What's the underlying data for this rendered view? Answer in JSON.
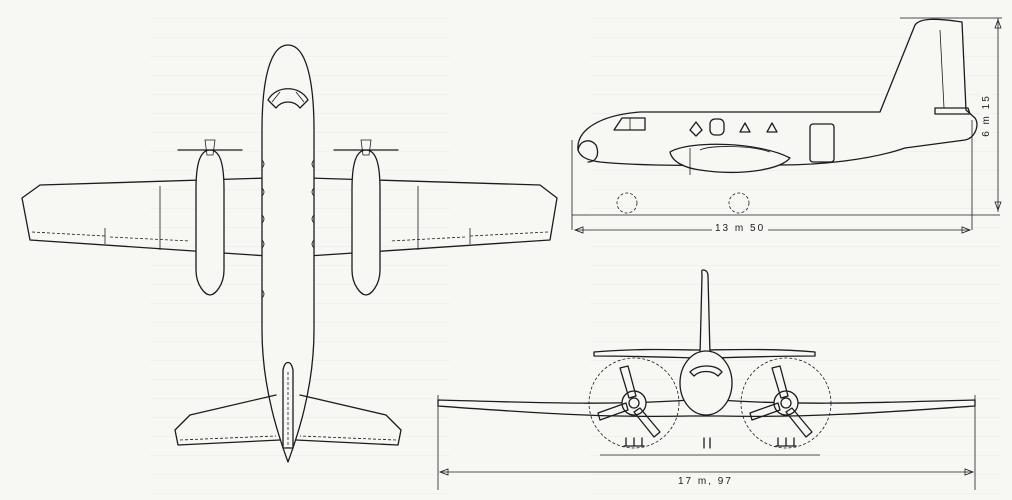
{
  "dimensions": {
    "length": "13 m 50",
    "height": "6 m 15",
    "wingspan": "17 m, 97"
  }
}
